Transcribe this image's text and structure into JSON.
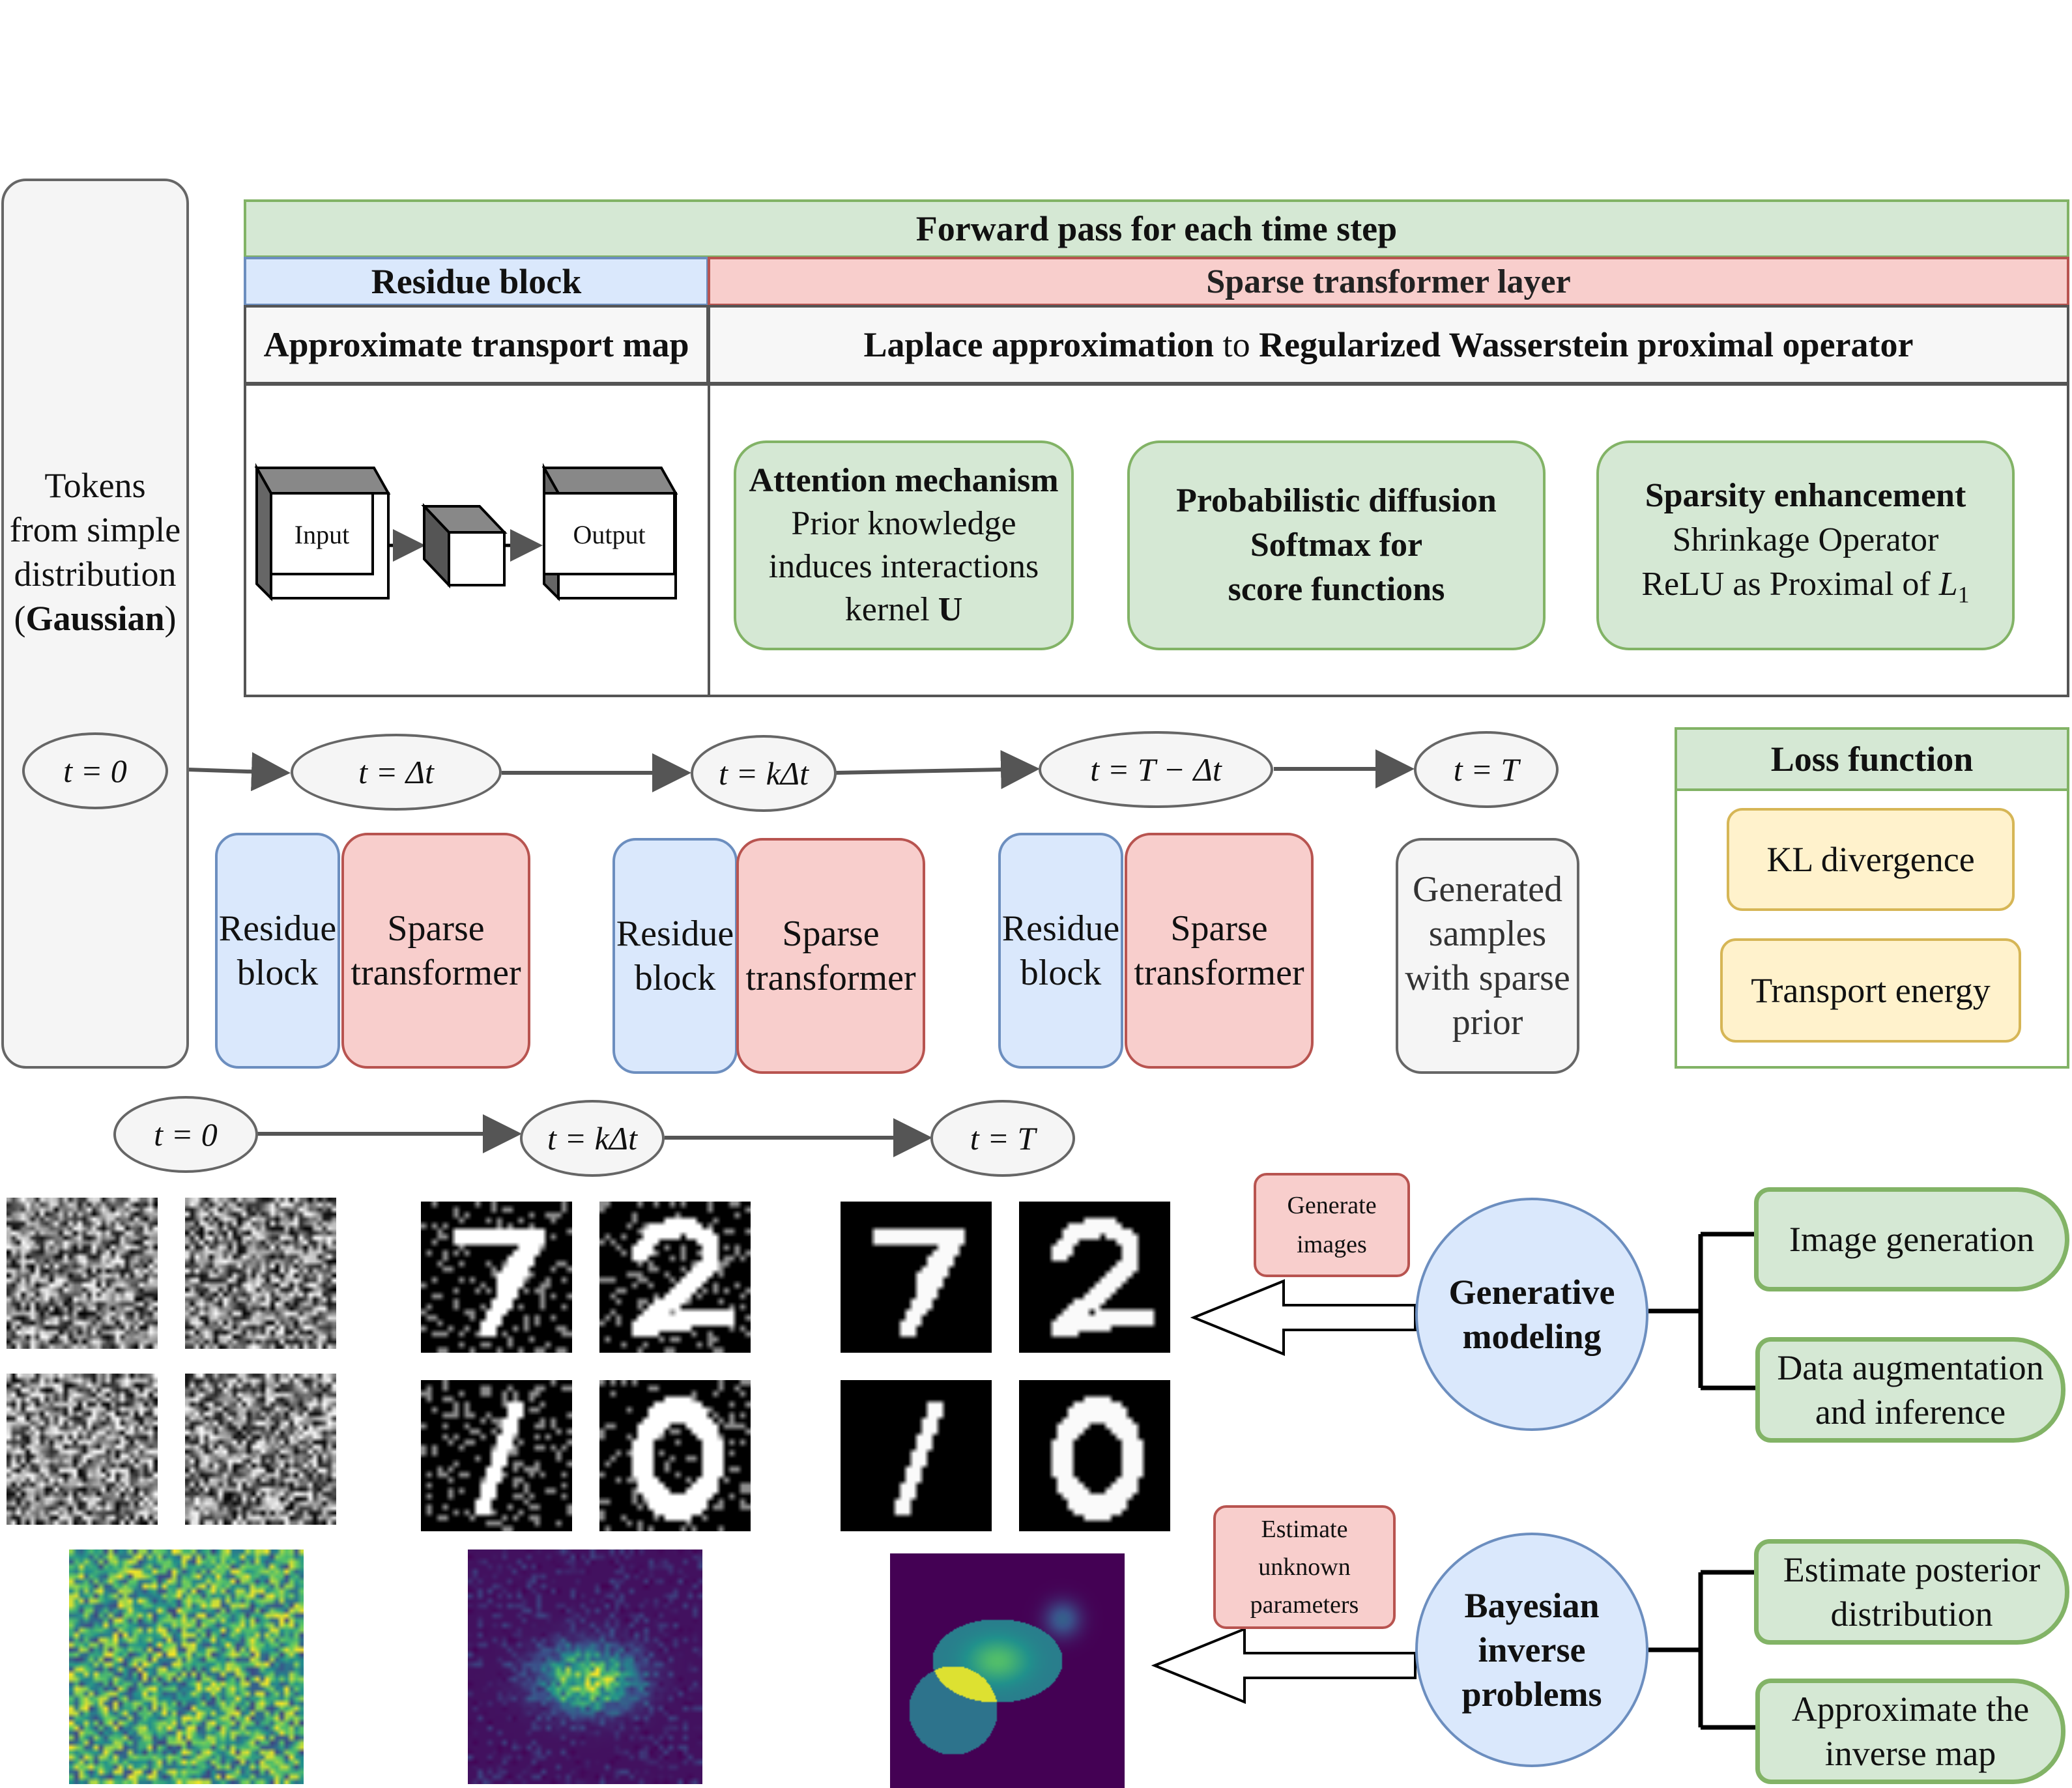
{
  "tokens": {
    "lines": [
      "Tokens",
      "from simple",
      "distribution"
    ],
    "gaussian": "Gaussian"
  },
  "forward": {
    "title": "Forward pass for each time step",
    "residue_header": "Residue block",
    "sparse_header": "Sparse transformer layer",
    "approx_map": "Approximate transport map",
    "laplace_a": "Laplace approximation",
    "laplace_to": "to",
    "laplace_b": "Regularized Wasserstein proximal operator",
    "input_label": "Input",
    "output_label": "Output"
  },
  "boxes": {
    "attention": {
      "title": "Attention mechanism",
      "lines": [
        "Prior knowledge",
        "induces interactions"
      ],
      "kernel": "kernel",
      "kernel_sym": "U"
    },
    "diffusion": {
      "lines": [
        "Probabilistic diffusion",
        "Softmax for",
        "score functions"
      ]
    },
    "sparsity": {
      "title": "Sparsity enhancement",
      "line1": "Shrinkage Operator",
      "line2": "ReLU as Proximal of",
      "sym": "L",
      "sub": "1"
    }
  },
  "timeline": [
    "t = 0",
    "t = Δt",
    "t = kΔt",
    "t = T − Δt",
    "t = T"
  ],
  "blocks": {
    "residue_l1": "Residue",
    "residue_l2": "block",
    "sparse_l1": "Sparse",
    "sparse_l2": "transformer"
  },
  "generated": [
    "Generated",
    "samples",
    "with sparse",
    "prior"
  ],
  "loss": {
    "title": "Loss function",
    "kl": "KL divergence",
    "transport": "Transport energy"
  },
  "timeline2": [
    "t = 0",
    "t = kΔt",
    "t = T"
  ],
  "generate_note": [
    "Generate",
    "images"
  ],
  "estimate_note": [
    "Estimate",
    "unknown",
    "parameters"
  ],
  "generative": [
    "Generative",
    "modeling"
  ],
  "bayesian": [
    "Bayesian",
    "inverse",
    "problems"
  ],
  "apps_gen": {
    "a": [
      "Image generation"
    ],
    "b": [
      "Data augmentation",
      "and inference"
    ]
  },
  "apps_bayes": {
    "a": [
      "Estimate posterior",
      "distribution"
    ],
    "b": [
      "Approximate the",
      "inverse map"
    ]
  },
  "colors": {
    "green": "#d5e8d4",
    "blue": "#dae8fc",
    "red": "#f8cecc",
    "gray": "#f5f5f5",
    "yellow": "#fff2cc",
    "viridis_dark": "#440154",
    "viridis_yellow": "#fde725"
  }
}
